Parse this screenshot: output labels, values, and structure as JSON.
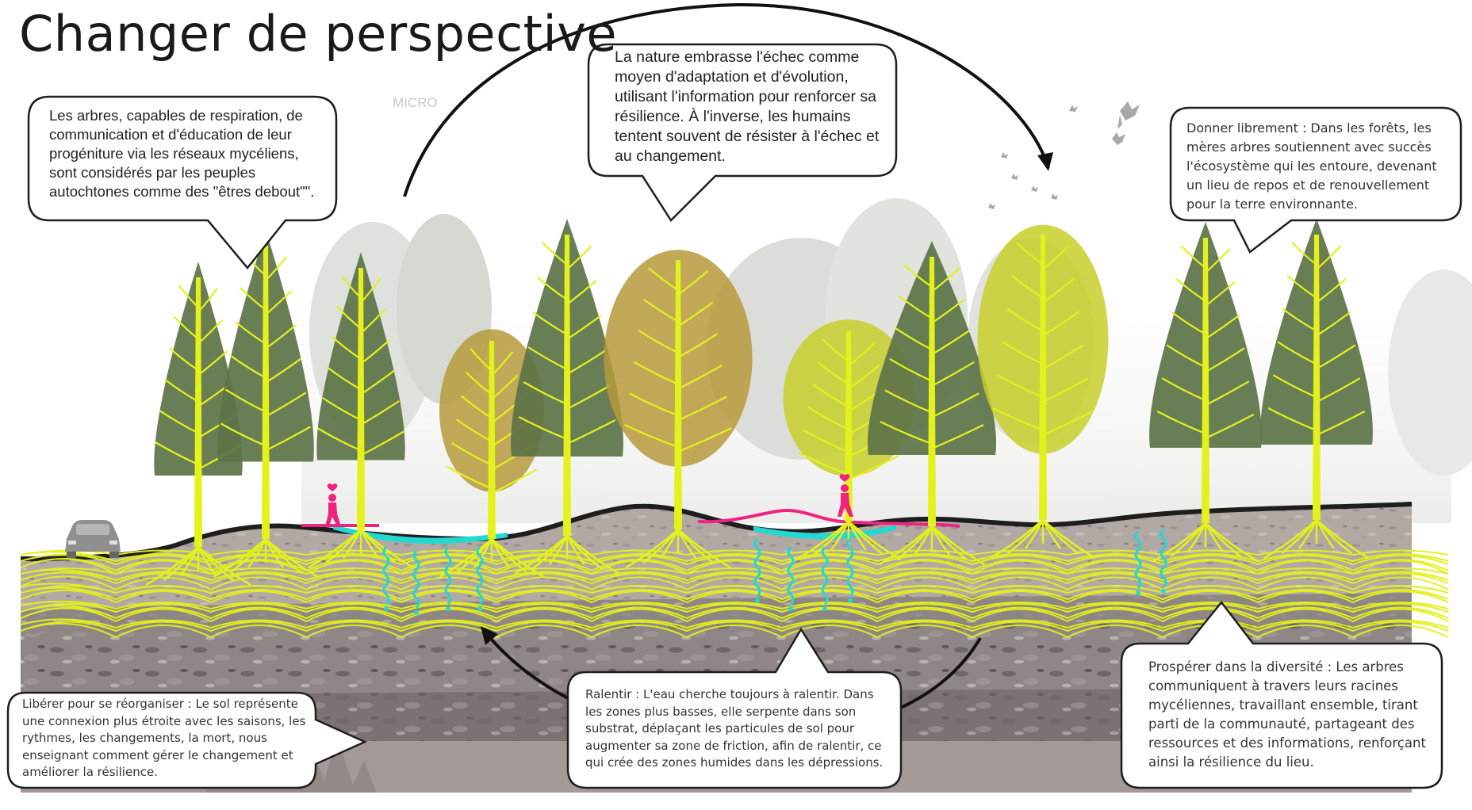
{
  "title": "Changer de perspective",
  "scale_label": "MICRO",
  "callouts": {
    "trees_beings": "Les arbres, capables de respiration, de communication et d'éducation de leur progéniture via les réseaux mycéliens, sont considérés par les peuples autochtones comme des \"êtres debout\"\".",
    "nature_failure": "La nature embrasse l'échec comme moyen d'adaptation et d'évolution, utilisant l'information pour renforcer sa résilience. À l'inverse, les humains tentent souvent de résister à l'échec et au changement.",
    "give_freely": "Donner librement : Dans les forêts, les mères arbres soutiennent avec succès l'écosystème qui les entoure, devenant un lieu de repos et de renouvellement pour la terre    environnante.",
    "release_reorganize": "Libérer pour se réorganiser : Le sol représente une connexion plus étroite avec les saisons, les rythmes, les changements, la mort, nous enseignant comment gérer le changement et améliorer la résilience.",
    "slow_down": "Ralentir : L'eau cherche toujours à ralentir. Dans les zones plus basses, elle serpente dans son substrat, déplaçant les particules de sol pour augmenter sa zone de friction, afin de ralentir, ce qui crée des zones humides dans les dépressions.",
    "thrive_diversity": "Prospérer dans la diversité : Les arbres communiquent à travers leurs racines mycéliennes, travaillant ensemble, tirant parti de la   communauté, partageant des ressources et des informations, renforçant ainsi la résilience du lieu."
  },
  "colors": {
    "mycelium": "#e3f21a",
    "water": "#21d9d2",
    "path": "#f0237f",
    "ground_line": "#1e1e1e",
    "soil_top": "#b4aaa6",
    "soil_mid": "#8b8382",
    "soil_deep": "#a39a97",
    "conifer": "#5d7348",
    "deciduous_autumn": "#b69a3c"
  },
  "icons": [
    "car-icon",
    "person-heart-icon",
    "bird-icon",
    "cycle-arrow-icon"
  ]
}
